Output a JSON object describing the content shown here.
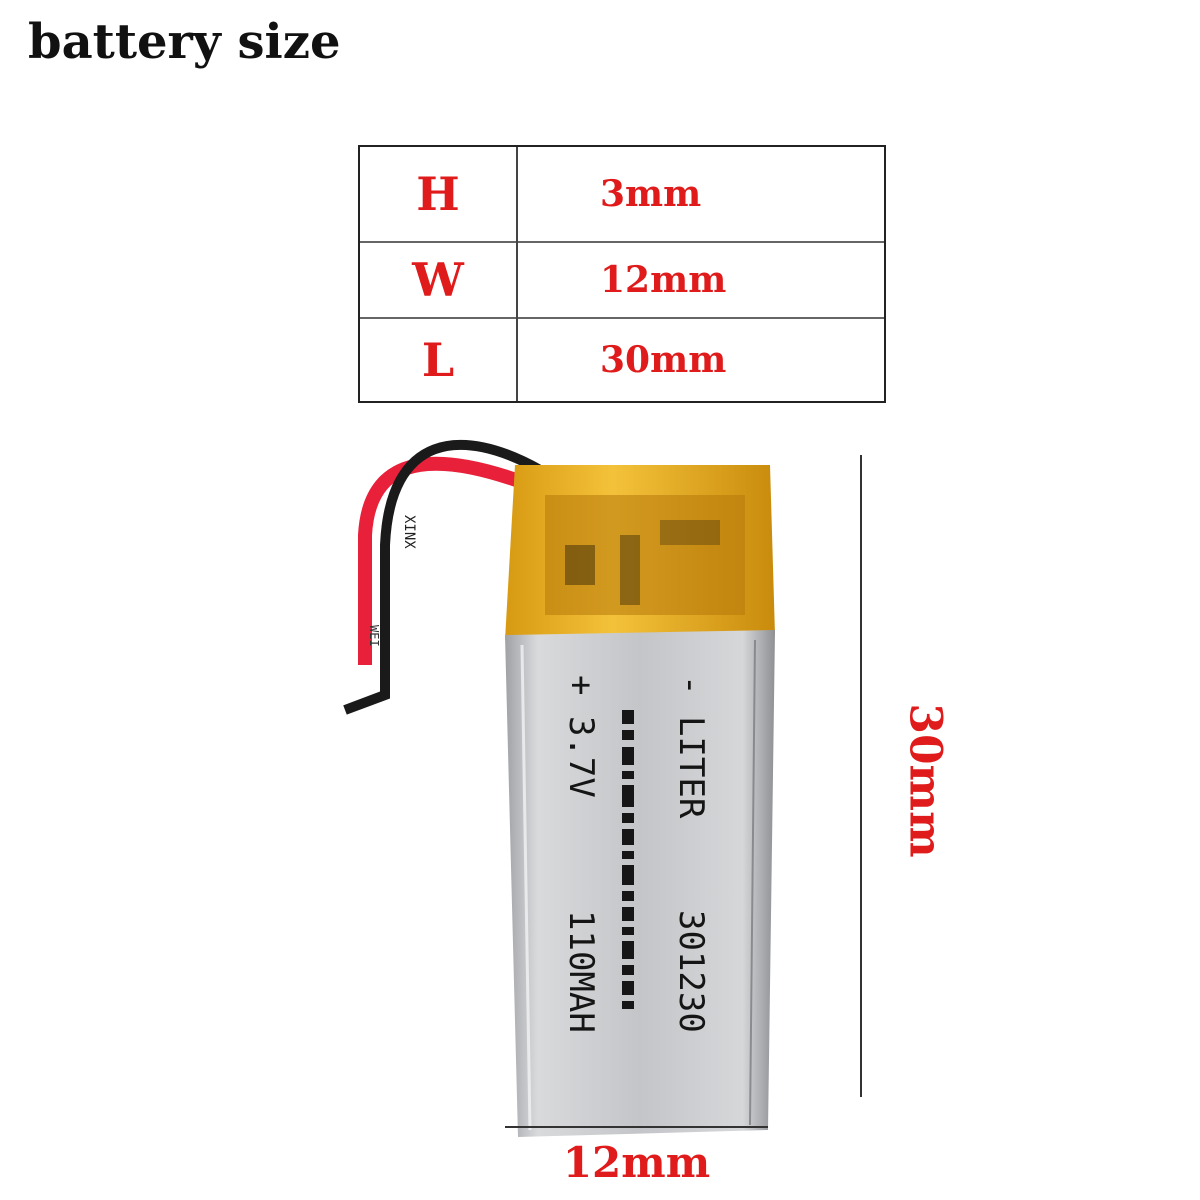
{
  "title": "battery size",
  "dimensions_table": [
    {
      "key": "H",
      "value": "3mm"
    },
    {
      "key": "W",
      "value": "12mm"
    },
    {
      "key": "L",
      "value": "30mm"
    }
  ],
  "battery_label": {
    "brand": "- LITER",
    "voltage": "+ 3.7V",
    "model": "301230",
    "capacity": "110MAH",
    "wire_print": "XINX  WEI"
  },
  "dimension_labels": {
    "height": "30mm",
    "width": "12mm"
  },
  "colors": {
    "accent_red": "#e01b1b",
    "battery_silver": "#c8c9cc",
    "kapton_yellow": "#f0b92a",
    "wire_red": "#e8203a",
    "wire_black": "#1a1a1a"
  }
}
